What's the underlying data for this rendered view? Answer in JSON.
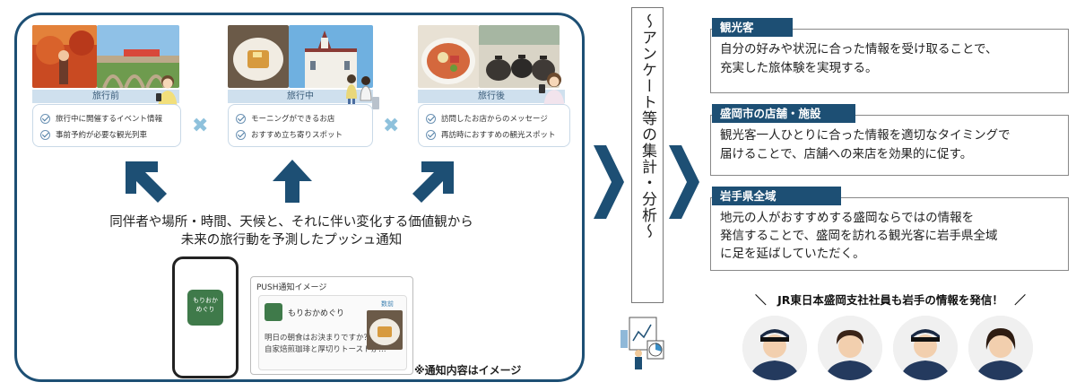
{
  "phases": [
    {
      "label": "旅行前",
      "items": [
        "旅行中に開催するイベント情報",
        "事前予約が必要な観光列車"
      ]
    },
    {
      "label": "旅行中",
      "items": [
        "モーニングができるお店",
        "おすすめ立ち寄りスポット"
      ]
    },
    {
      "label": "旅行後",
      "items": [
        "訪問したお店からのメッセージ",
        "再訪時におすすめの観光スポット"
      ]
    }
  ],
  "cross_symbol": "✖",
  "caption": {
    "line1": "同伴者や場所・時間、天候と、それに伴い変化する価値観から",
    "line2": "未来の旅行動を予測したプッシュ通知"
  },
  "app_icon_label": "もりおかめぐり",
  "push": {
    "title": "PUSH通知イメージ",
    "app_name": "もりおかめぐり",
    "time": "数前",
    "message_line1": "明日の朝食はお決まりですか？",
    "message_line2": "自家焙煎珈琲と厚切りトーストが…"
  },
  "note": "※通知内容はイメージ",
  "analysis_label": "～アンケート等の集計・分析～",
  "targets": [
    {
      "tag": "観光客",
      "lines": [
        "自分の好みや状況に合った情報を受け取ることで、",
        "充実した旅体験を実現する。"
      ]
    },
    {
      "tag": "盛岡市の店舗・施設",
      "lines": [
        "観光客一人ひとりに合った情報を適切なタイミングで",
        "届けることで、店舗への来店を効果的に促す。"
      ]
    },
    {
      "tag": "岩手県全域",
      "lines": [
        "地元の人がおすすめする盛岡ならではの情報を",
        "発信することで、盛岡を訪れる観光客に岩手県全域",
        "に足を延ばしていただく。"
      ]
    }
  ],
  "jr_message": "＼　JR東日本盛岡支社社員も岩手の情報を発信！　／",
  "colors": {
    "navy": "#1d4f74",
    "phase_bar": "#cfe0ee",
    "cross": "#8ec1dc"
  },
  "icons": [
    "check-circle-icon",
    "multiply-icon",
    "up-arrow-icon",
    "chevron-right-icon",
    "smartphone-icon",
    "analysis-icon"
  ]
}
